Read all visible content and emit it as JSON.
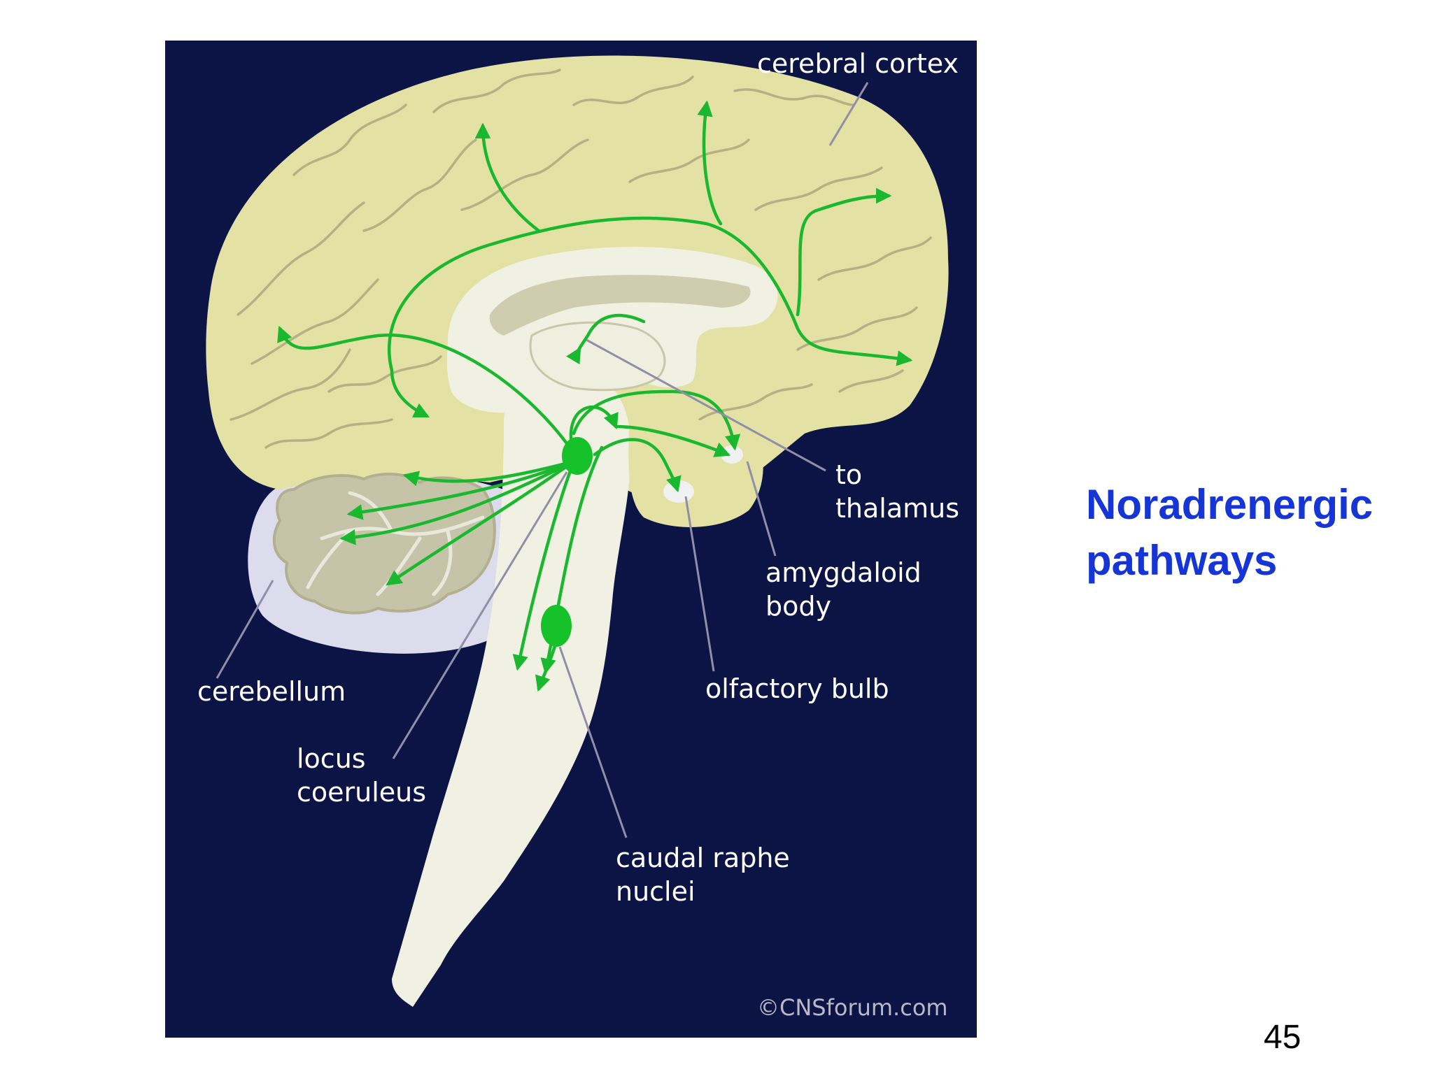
{
  "labels": {
    "cerebral_cortex": "cerebral cortex",
    "to_thalamus_line1": "to",
    "to_thalamus_line2": "thalamus",
    "amygdaloid_body_line1": "amygdaloid",
    "amygdaloid_body_line2": "body",
    "olfactory_bulb": "olfactory bulb",
    "cerebellum": "cerebellum",
    "locus_coeruleus_line1": "locus",
    "locus_coeruleus_line2": "coeruleus",
    "caudal_raphe_line1": "caudal raphe",
    "caudal_raphe_line2": "nuclei",
    "copyright": "©CNSforum.com"
  },
  "slide": {
    "title_line1": "Noradrenergic",
    "title_line2": "pathways",
    "page_number": "45"
  },
  "colors": {
    "background": "#0b1445",
    "cortex": "#e3e1a4",
    "pathway": "#1ab82e",
    "white_matter": "#f1f1e3",
    "title": "#1535d6"
  },
  "icons": {
    "arrowhead": "arrow-head-icon"
  }
}
